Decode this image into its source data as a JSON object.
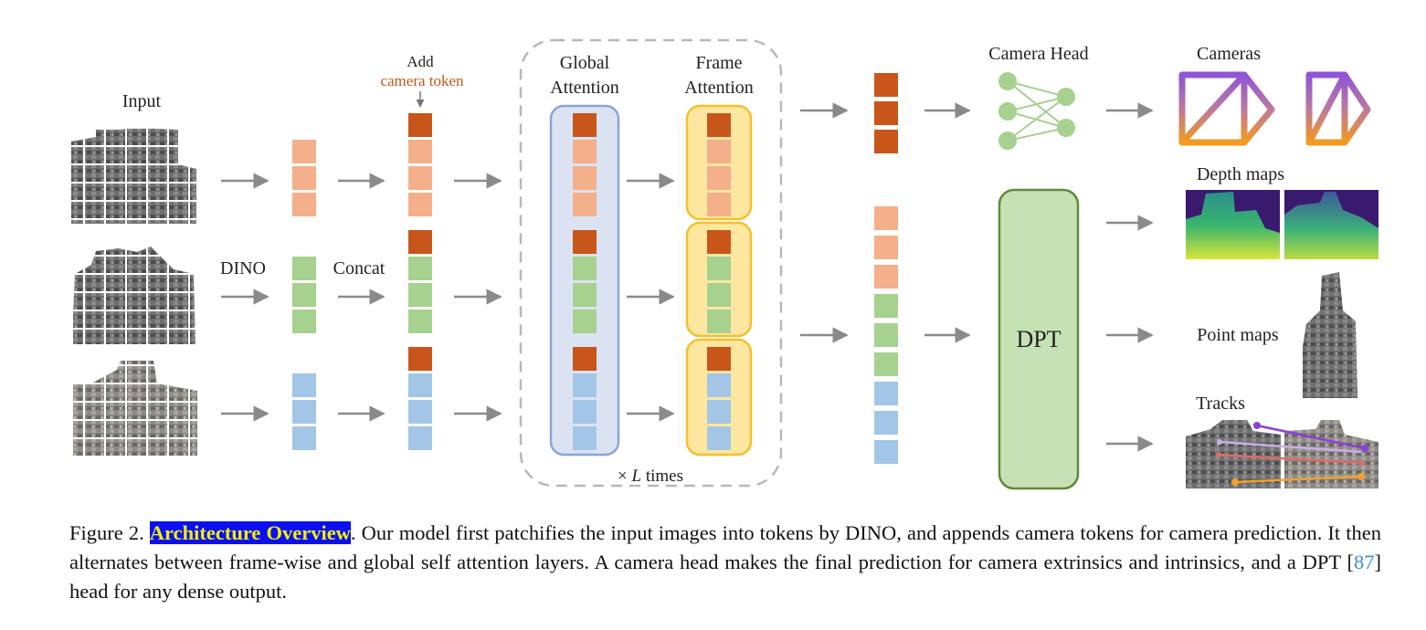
{
  "labels": {
    "input": "Input",
    "dino": "DINO",
    "concat": "Concat",
    "add": "Add",
    "camera_token": "camera token",
    "global_attention_1": "Global",
    "global_attention_2": "Attention",
    "frame_attention_1": "Frame",
    "frame_attention_2": "Attention",
    "times_prefix": "×",
    "times_var": "L",
    "times_suffix": "times",
    "camera_head": "Camera Head",
    "dpt": "DPT",
    "cameras": "Cameras",
    "depth_maps": "Depth maps",
    "point_maps": "Point maps",
    "tracks": "Tracks"
  },
  "caption": {
    "figure_label": "Figure 2.",
    "title": "Architecture Overview",
    "text_1": ". Our model first patchifies the input images into tokens by DINO, and appends camera tokens for camera prediction. It then alternates between frame-wise and global self attention layers. A camera head makes the final prediction for camera extrinsics and intrinsics, and a DPT [",
    "cite": "87",
    "text_2": "] head for any dense output."
  },
  "colors": {
    "camera_token": "#c8561a",
    "orange_token": "#f4b08a",
    "green_token": "#a6d18e",
    "blue_token": "#a3c6e6",
    "global_box_fill": "#dbe3f3",
    "global_box_stroke": "#8aa5d8",
    "frame_box_fill": "#fde7a0",
    "frame_box_stroke": "#f2c12e",
    "dpt_fill": "#c6e2b4",
    "dpt_stroke": "#5f8a3a",
    "arrow": "#8a8a8a",
    "camera_token_label": "#c8561a"
  }
}
